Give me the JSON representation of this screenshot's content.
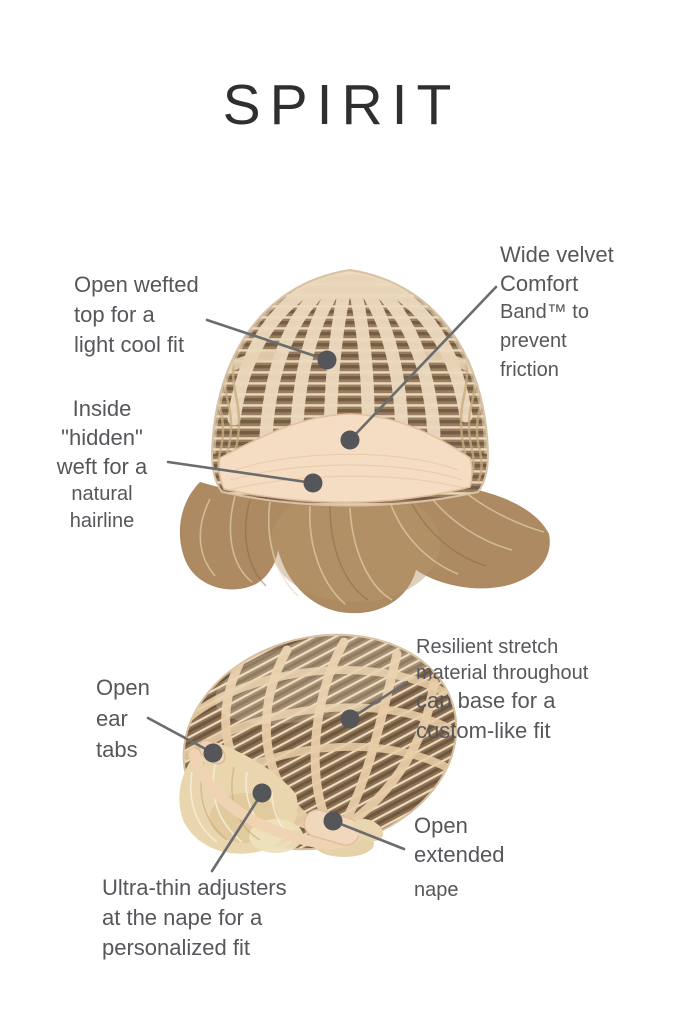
{
  "title": "SPIRIT",
  "callouts": {
    "open_wefted_top": {
      "lines": [
        "Open wefted",
        "top for a",
        "light cool fit"
      ]
    },
    "comfort_band": {
      "lines": [
        "Wide velvet",
        "Comfort",
        "Band™ to",
        "prevent",
        "friction"
      ]
    },
    "hidden_weft": {
      "lines": [
        "Inside",
        "\"hidden\"",
        "weft for a",
        "natural",
        "hairline"
      ]
    },
    "ear_tabs": {
      "lines": [
        "Open",
        "ear",
        "tabs"
      ]
    },
    "stretch_material": {
      "lines": [
        "Resilient stretch",
        "material throughout",
        "cap base for a",
        "custom-like fit"
      ]
    },
    "nape_adjusters": {
      "lines": [
        "Ultra-thin adjusters",
        "at the nape for a",
        "personalized fit"
      ]
    },
    "extended_nape": {
      "lines": [
        "Open",
        "extended",
        "nape"
      ]
    }
  },
  "colors": {
    "title_text": "#2f2f2f",
    "label_text": "#56575b",
    "leader_line": "#6b6c6e",
    "callout_dot": "#54565a",
    "cap_weft_strip": "#ecd9be",
    "cap_dark_base": "#997c5c",
    "velvet_band": "#f5ddc4",
    "hair_brown": "#ad8a62",
    "hair_blonde": "#e9d6ae"
  }
}
